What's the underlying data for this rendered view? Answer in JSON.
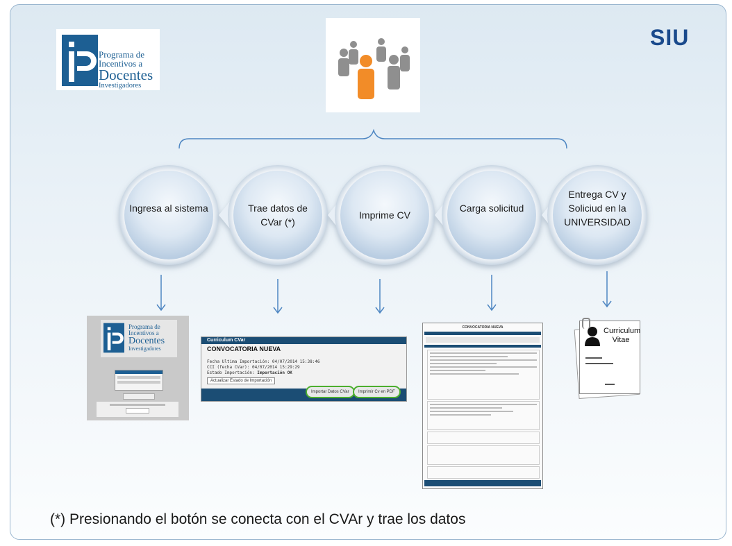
{
  "logo_program": {
    "line1": "Programa de",
    "line2": "Incentivos a",
    "line3": "Docentes",
    "line4": "Investigadores"
  },
  "brand": {
    "siu": "SIU"
  },
  "colors": {
    "accent_blue": "#1d5f93",
    "arrow_blue": "#4e86c2",
    "orange": "#f28c28",
    "gray": "#8a8a8a"
  },
  "steps": [
    {
      "label": "Ingresa al sistema"
    },
    {
      "label": "Trae datos de CVar (*)"
    },
    {
      "label": "Imprime CV"
    },
    {
      "label": "Carga solicitud"
    },
    {
      "label": "Entrega CV y Soliciud en la UNIVERSIDAD"
    }
  ],
  "thumb2": {
    "header": "Curriculum CVar",
    "title": "CONVOCATORIA NUEVA",
    "line1": "Fecha Ultima Importación: 04/07/2014 15:38:46",
    "line2": "CCI (fecha CVar): 04/07/2014 15:29:29",
    "line3_label": "Estado Importación:",
    "line3_value": "Importación OK",
    "update_button": "Actualizar Estado de Importación",
    "import_button": "Importar Datos CVar",
    "print_button": "Imprimir Cv en PDF"
  },
  "thumb3": {
    "title": "CONVOCATORIA NUEVA"
  },
  "thumb4": {
    "title": "Curriculum Vitae"
  },
  "footnote": "(*) Presionando el botón se conecta con el CVAr y trae los datos"
}
